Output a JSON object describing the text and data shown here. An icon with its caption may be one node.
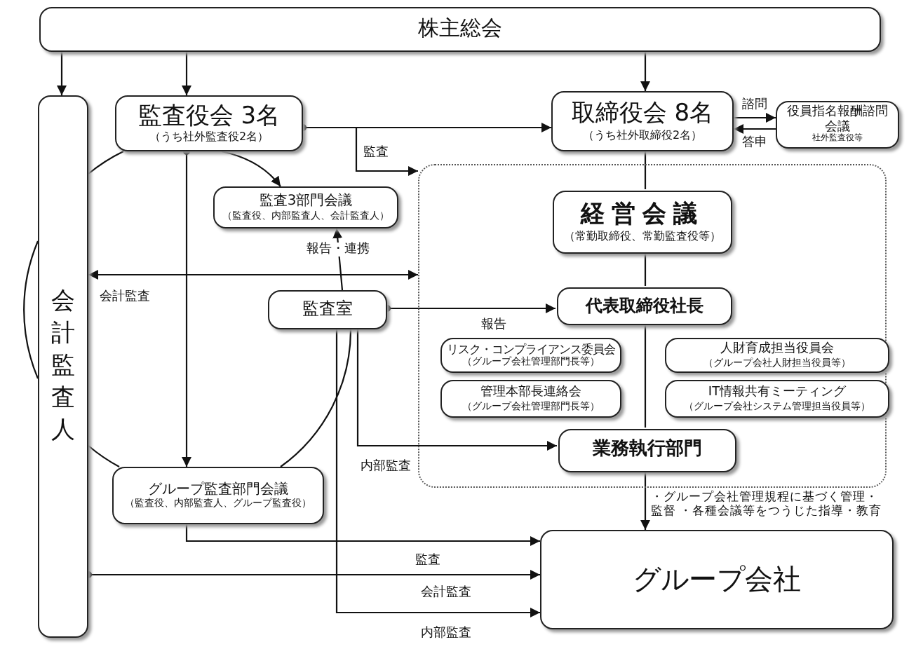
{
  "diagram": {
    "nodes": [
      {
        "text": [
          "株主総会"
        ]
      },
      {
        "text": [
          "会計監査人"
        ]
      },
      {
        "text": [
          "監査役会 3名",
          "（うち社外監査役2名）"
        ]
      },
      {
        "text": [
          "取締役会 8名",
          "（うち社外取締役2名）"
        ]
      },
      {
        "text": [
          "役員指名報酬諮問会議",
          "社外監査役等"
        ]
      },
      {
        "text": [],
        "shape": "box"
      },
      {
        "text": [
          "監査3部門会議",
          "（監査役、内部監査人、会計監査人）"
        ]
      },
      {
        "text": [
          "経営会議",
          "（常勤取締役、常勤監査役等）"
        ],
        "in": 5
      },
      {
        "text": [
          "監査室"
        ]
      },
      {
        "text": [
          "代表取締役社長"
        ],
        "in": 5
      },
      {
        "text": [
          "リスク・コンプライアンス委員会",
          "（グループ会社管理部門長等）"
        ],
        "in": 5
      },
      {
        "text": [
          "管理本部長連絡会",
          "（グループ会社管理部門長等）"
        ],
        "in": 5
      },
      {
        "text": [
          "人財育成担当役員会",
          "（グループ会社人財担当役員等）"
        ],
        "in": 5
      },
      {
        "text": [
          "IT情報共有ミーティング",
          "（グループ会社システム管理担当役員等）"
        ],
        "in": 5
      },
      {
        "text": [
          "業務執行部門"
        ],
        "in": 5
      },
      {
        "text": [
          "グループ監査部門会議",
          "（監査役、内部監査人、グループ監査役）"
        ]
      },
      {
        "text": [
          "グループ会社"
        ]
      }
    ],
    "edges": [
      {
        "from": 0,
        "to": 1,
        "arrow": "to"
      },
      {
        "from": 0,
        "to": 2,
        "arrow": "to"
      },
      {
        "from": 0,
        "to": 3,
        "arrow": "to"
      },
      {
        "from": 2,
        "to": 3,
        "arrow": "to"
      },
      {
        "from": 2,
        "to": 5,
        "arrow": "to",
        "label": "監査"
      },
      {
        "from": 3,
        "to": 4,
        "arrow": "to",
        "label": "諮問"
      },
      {
        "from": 4,
        "to": 3,
        "arrow": "to",
        "label": "答申"
      },
      {
        "from": 2,
        "to": 6,
        "arrow": "to"
      },
      {
        "from": 2,
        "to": 15,
        "arrow": "to"
      },
      {
        "from": 8,
        "to": 6,
        "arrow": "to",
        "label": "報告・連携"
      },
      {
        "from": 1,
        "to": 5,
        "arrow": "both",
        "label": "会計監査"
      },
      {
        "from": 3,
        "to": 7,
        "arrow": "none"
      },
      {
        "from": 7,
        "to": 9,
        "arrow": "none"
      },
      {
        "from": 9,
        "to": 14,
        "arrow": "none"
      },
      {
        "from": 14,
        "to": 16,
        "arrow": "to",
        "label": "・グループ会社管理規程に基づく管理・監督 ・各種会議等をつうじた指導・教育"
      },
      {
        "from": 8,
        "to": 9,
        "arrow": "to",
        "label": "報告"
      },
      {
        "from": 8,
        "to": 14,
        "arrow": "to",
        "label": "内部監査"
      },
      {
        "from": 8,
        "to": 16,
        "arrow": "to",
        "label": "内部監査"
      },
      {
        "from": 15,
        "to": 16,
        "arrow": "to",
        "label": "監査"
      },
      {
        "from": 1,
        "to": 16,
        "arrow": "to",
        "label": "会計監査"
      },
      {
        "from": 2,
        "to": 1,
        "arrow": "none"
      },
      {
        "from": 8,
        "to": 15,
        "arrow": "none"
      },
      {
        "from": 1,
        "to": 15,
        "arrow": "none"
      }
    ]
  }
}
